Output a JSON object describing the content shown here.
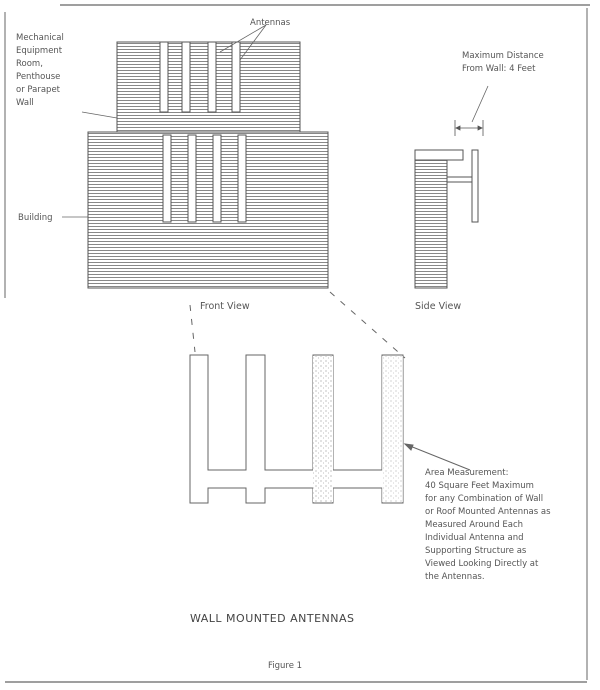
{
  "labels": {
    "antennas": "Antennas",
    "mech_room": [
      "Mechanical",
      "Equipment",
      "Room,",
      "Penthouse",
      "or Parapet",
      "Wall"
    ],
    "building": "Building",
    "max_distance": [
      "Maximum Distance",
      "From Wall: 4 Feet"
    ],
    "front_view": "Front View",
    "side_view": "Side View",
    "area_measurement": [
      "Area Measurement:",
      "40 Square Feet Maximum",
      "for any Combination of Wall",
      "or Roof Mounted Antennas as",
      "Measured Around Each",
      "Individual Antenna and",
      "Supporting Structure as",
      "Viewed Looking Directly at",
      "the Antennas."
    ]
  },
  "title": "WALL MOUNTED ANTENNAS",
  "figure": "Figure 1",
  "colors": {
    "ink": "#555555",
    "hatch": "#777777"
  }
}
